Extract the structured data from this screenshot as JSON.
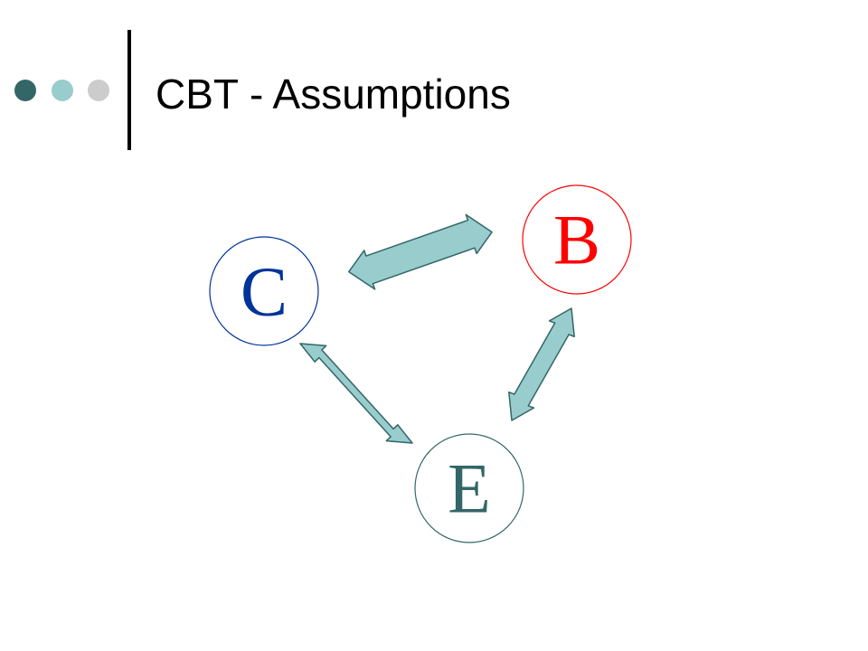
{
  "slide": {
    "title": "CBT - Assumptions"
  },
  "colors": {
    "background": "#ffffff",
    "bullet_dark": "#336666",
    "bullet_teal": "#99cccc",
    "bullet_gray": "#cccccc",
    "divider": "#000000",
    "arrow_fill": "#99cccc",
    "arrow_stroke": "#336666"
  },
  "diagram": {
    "nodes": {
      "c": {
        "letter": "C",
        "color": "#003399",
        "border": "#003399"
      },
      "b": {
        "letter": "B",
        "color": "#ff0000",
        "border": "#ff0000"
      },
      "e": {
        "letter": "E",
        "color": "#336666",
        "border": "#336666"
      }
    },
    "connections": [
      {
        "from": "C",
        "to": "B",
        "bidirectional": true
      },
      {
        "from": "B",
        "to": "E",
        "bidirectional": true
      },
      {
        "from": "C",
        "to": "E",
        "bidirectional": true
      }
    ]
  }
}
